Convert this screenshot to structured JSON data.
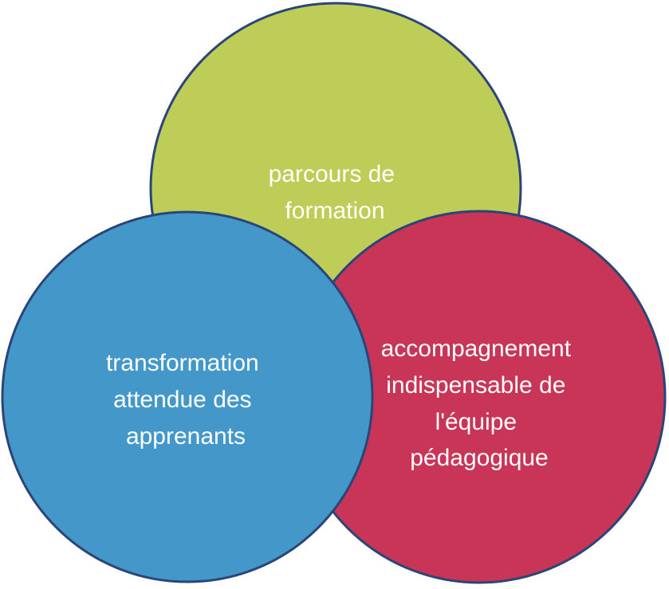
{
  "diagram": {
    "circles": [
      {
        "id": "green",
        "name": "circle-parcours",
        "color": "#bdcd57",
        "lines": [
          "parcours de",
          "formation"
        ]
      },
      {
        "id": "red",
        "name": "circle-accompagnement",
        "color": "#c83556",
        "lines": [
          "accompagnement",
          "indispensable de",
          "l'équipe",
          "pédagogique"
        ]
      },
      {
        "id": "blue",
        "name": "circle-transformation",
        "color": "#4397c9",
        "lines": [
          "transformation",
          "attendue des",
          "apprenants"
        ]
      }
    ],
    "stroke_color": "#2a4578"
  }
}
